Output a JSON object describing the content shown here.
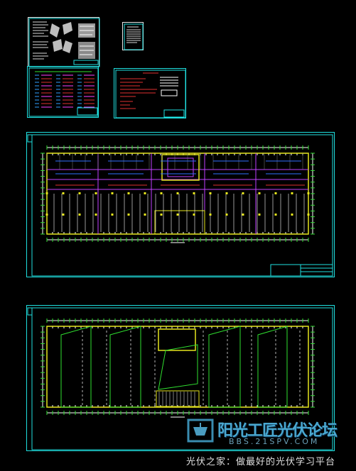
{
  "colors": {
    "background": "#000000",
    "frame": "#1fe0e0",
    "walls": "#e6e61e",
    "partitions": "#c040ff",
    "grid": "#ffffff",
    "green": "#30e030",
    "red": "#e03030"
  },
  "sheets": {
    "notes_sheet": {
      "name": "notes-sheet"
    },
    "legend_sheet": {
      "name": "legend-sheet"
    },
    "small_sheet": {
      "name": "small-sheet"
    },
    "main_plan": {
      "name": "first-floor-plan"
    },
    "second_plan": {
      "name": "second-floor-plan"
    }
  },
  "watermark": {
    "brand": "阳光工匠光伏论坛",
    "url": "BBS.21SPV.COM",
    "slogan": "光伏之家：做最好的光伏学习平台"
  }
}
